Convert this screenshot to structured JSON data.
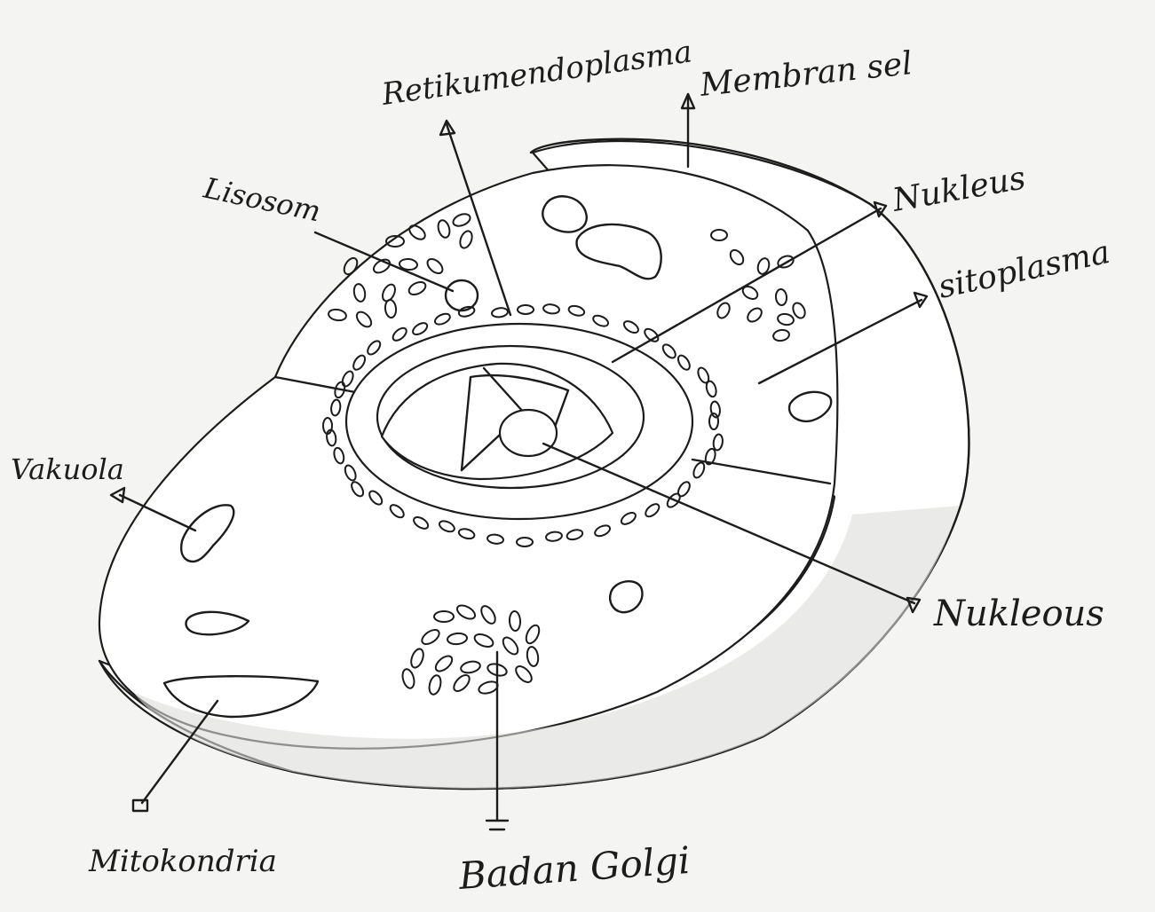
{
  "diagram": {
    "labels": {
      "retikulum": "Retikumendoplasma",
      "membran": "Membran sel",
      "lisosom": "Lisosom",
      "nukleus": "Nukleus",
      "sitoplasma": "sitoplasma",
      "vakuola": "Vakuola",
      "nukleolus": "Nukleous",
      "mitokondria": "Mitokondria",
      "badan_golgi": "Badan Golgi"
    },
    "colors": {
      "ink": "#1c1c1c",
      "paper": "#f4f4f2",
      "shade": "#d9d9d6"
    }
  }
}
